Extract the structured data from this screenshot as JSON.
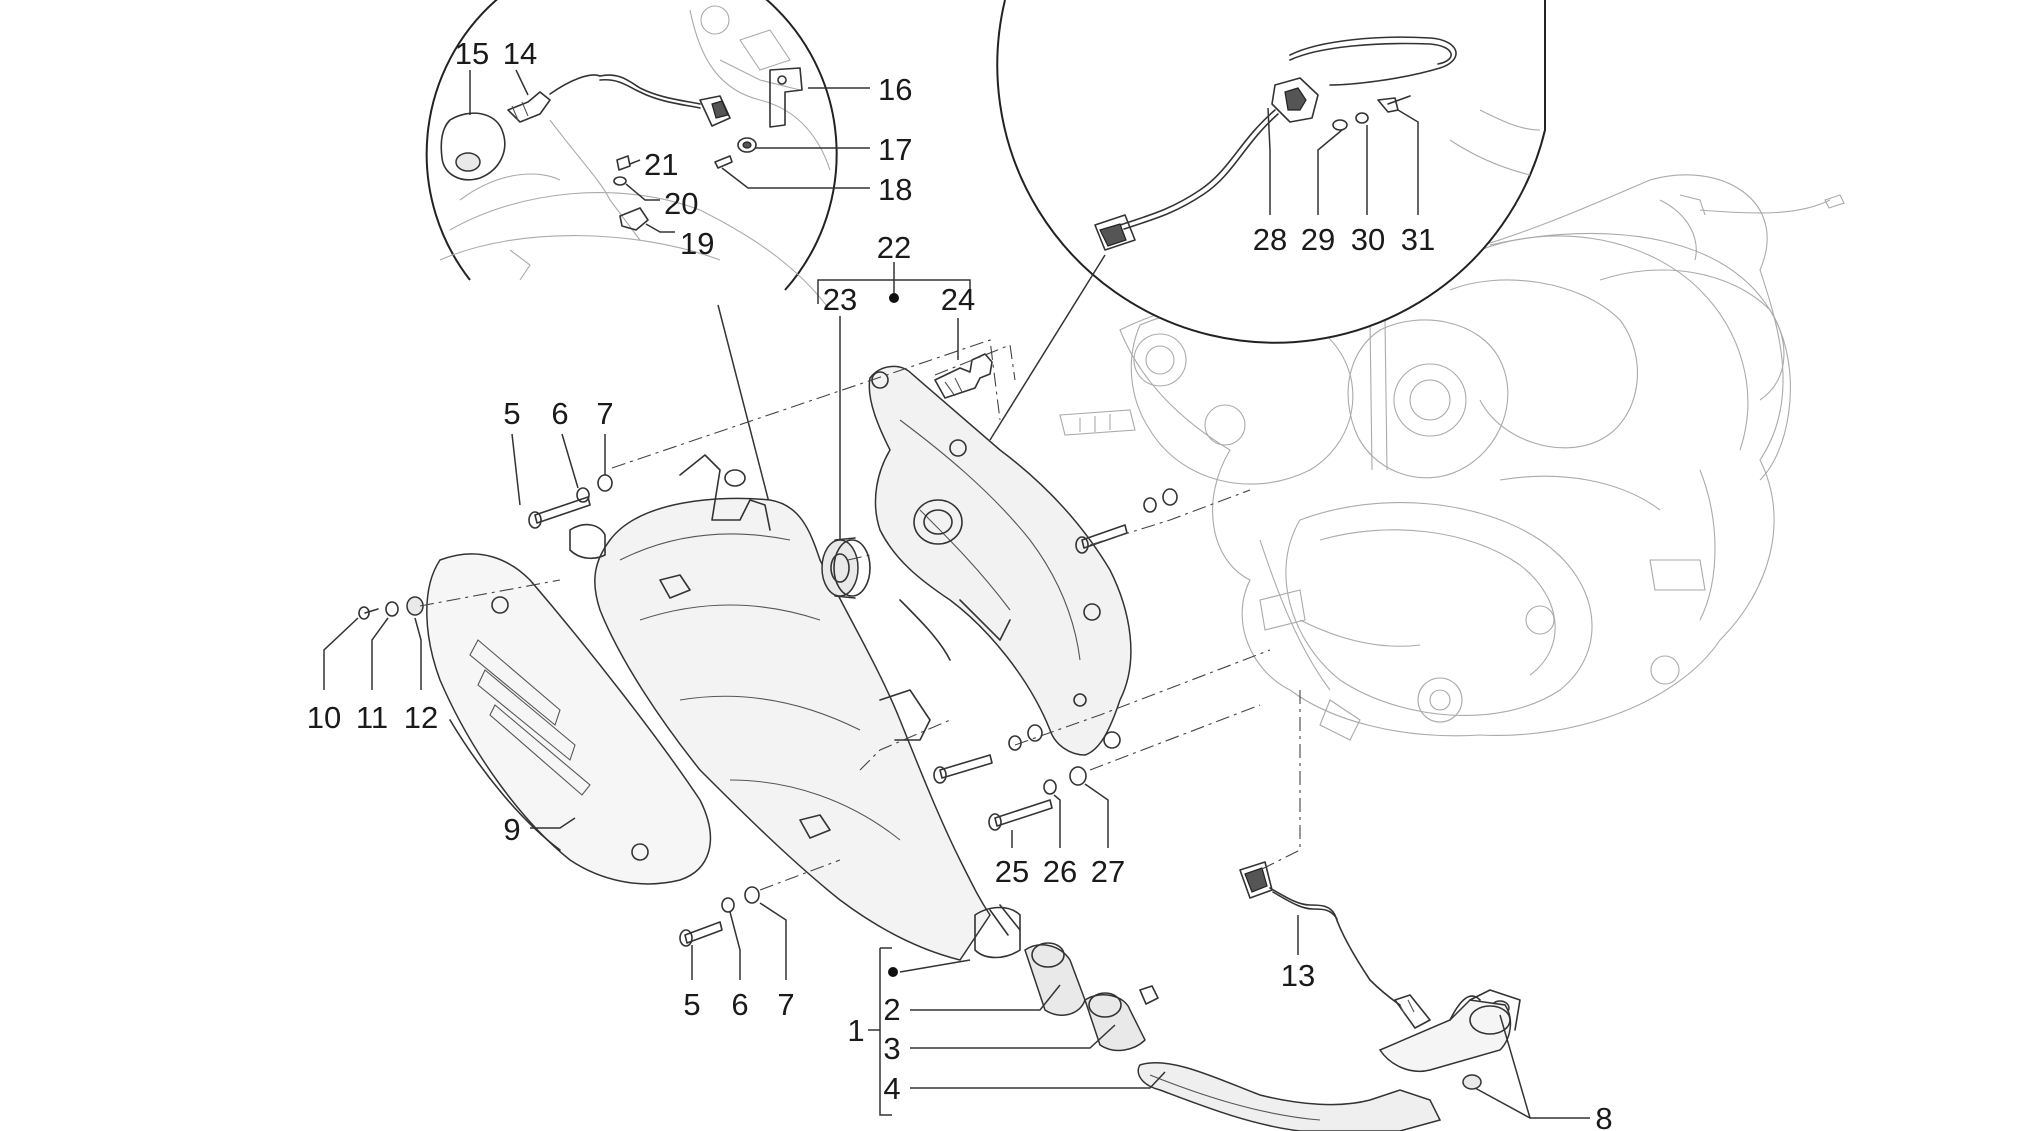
{
  "diagram": {
    "type": "exploded-parts-view",
    "callouts": [
      {
        "id": "c1",
        "text": "1"
      },
      {
        "id": "c2",
        "text": "2"
      },
      {
        "id": "c3",
        "text": "3"
      },
      {
        "id": "c4",
        "text": "4"
      },
      {
        "id": "c5a",
        "text": "5"
      },
      {
        "id": "c6a",
        "text": "6"
      },
      {
        "id": "c7a",
        "text": "7"
      },
      {
        "id": "c5b",
        "text": "5"
      },
      {
        "id": "c6b",
        "text": "6"
      },
      {
        "id": "c7b",
        "text": "7"
      },
      {
        "id": "c8",
        "text": "8"
      },
      {
        "id": "c9",
        "text": "9"
      },
      {
        "id": "c10",
        "text": "10"
      },
      {
        "id": "c11",
        "text": "11"
      },
      {
        "id": "c12",
        "text": "12"
      },
      {
        "id": "c13",
        "text": "13"
      },
      {
        "id": "c14",
        "text": "14"
      },
      {
        "id": "c15",
        "text": "15"
      },
      {
        "id": "c16",
        "text": "16"
      },
      {
        "id": "c17",
        "text": "17"
      },
      {
        "id": "c18",
        "text": "18"
      },
      {
        "id": "c19",
        "text": "19"
      },
      {
        "id": "c20",
        "text": "20"
      },
      {
        "id": "c21",
        "text": "21"
      },
      {
        "id": "c22",
        "text": "22"
      },
      {
        "id": "c23",
        "text": "23"
      },
      {
        "id": "c24",
        "text": "24"
      },
      {
        "id": "c25",
        "text": "25"
      },
      {
        "id": "c26",
        "text": "26"
      },
      {
        "id": "c27",
        "text": "27"
      },
      {
        "id": "c28",
        "text": "28"
      },
      {
        "id": "c29",
        "text": "29"
      },
      {
        "id": "c30",
        "text": "30"
      },
      {
        "id": "c31",
        "text": "31"
      }
    ]
  }
}
